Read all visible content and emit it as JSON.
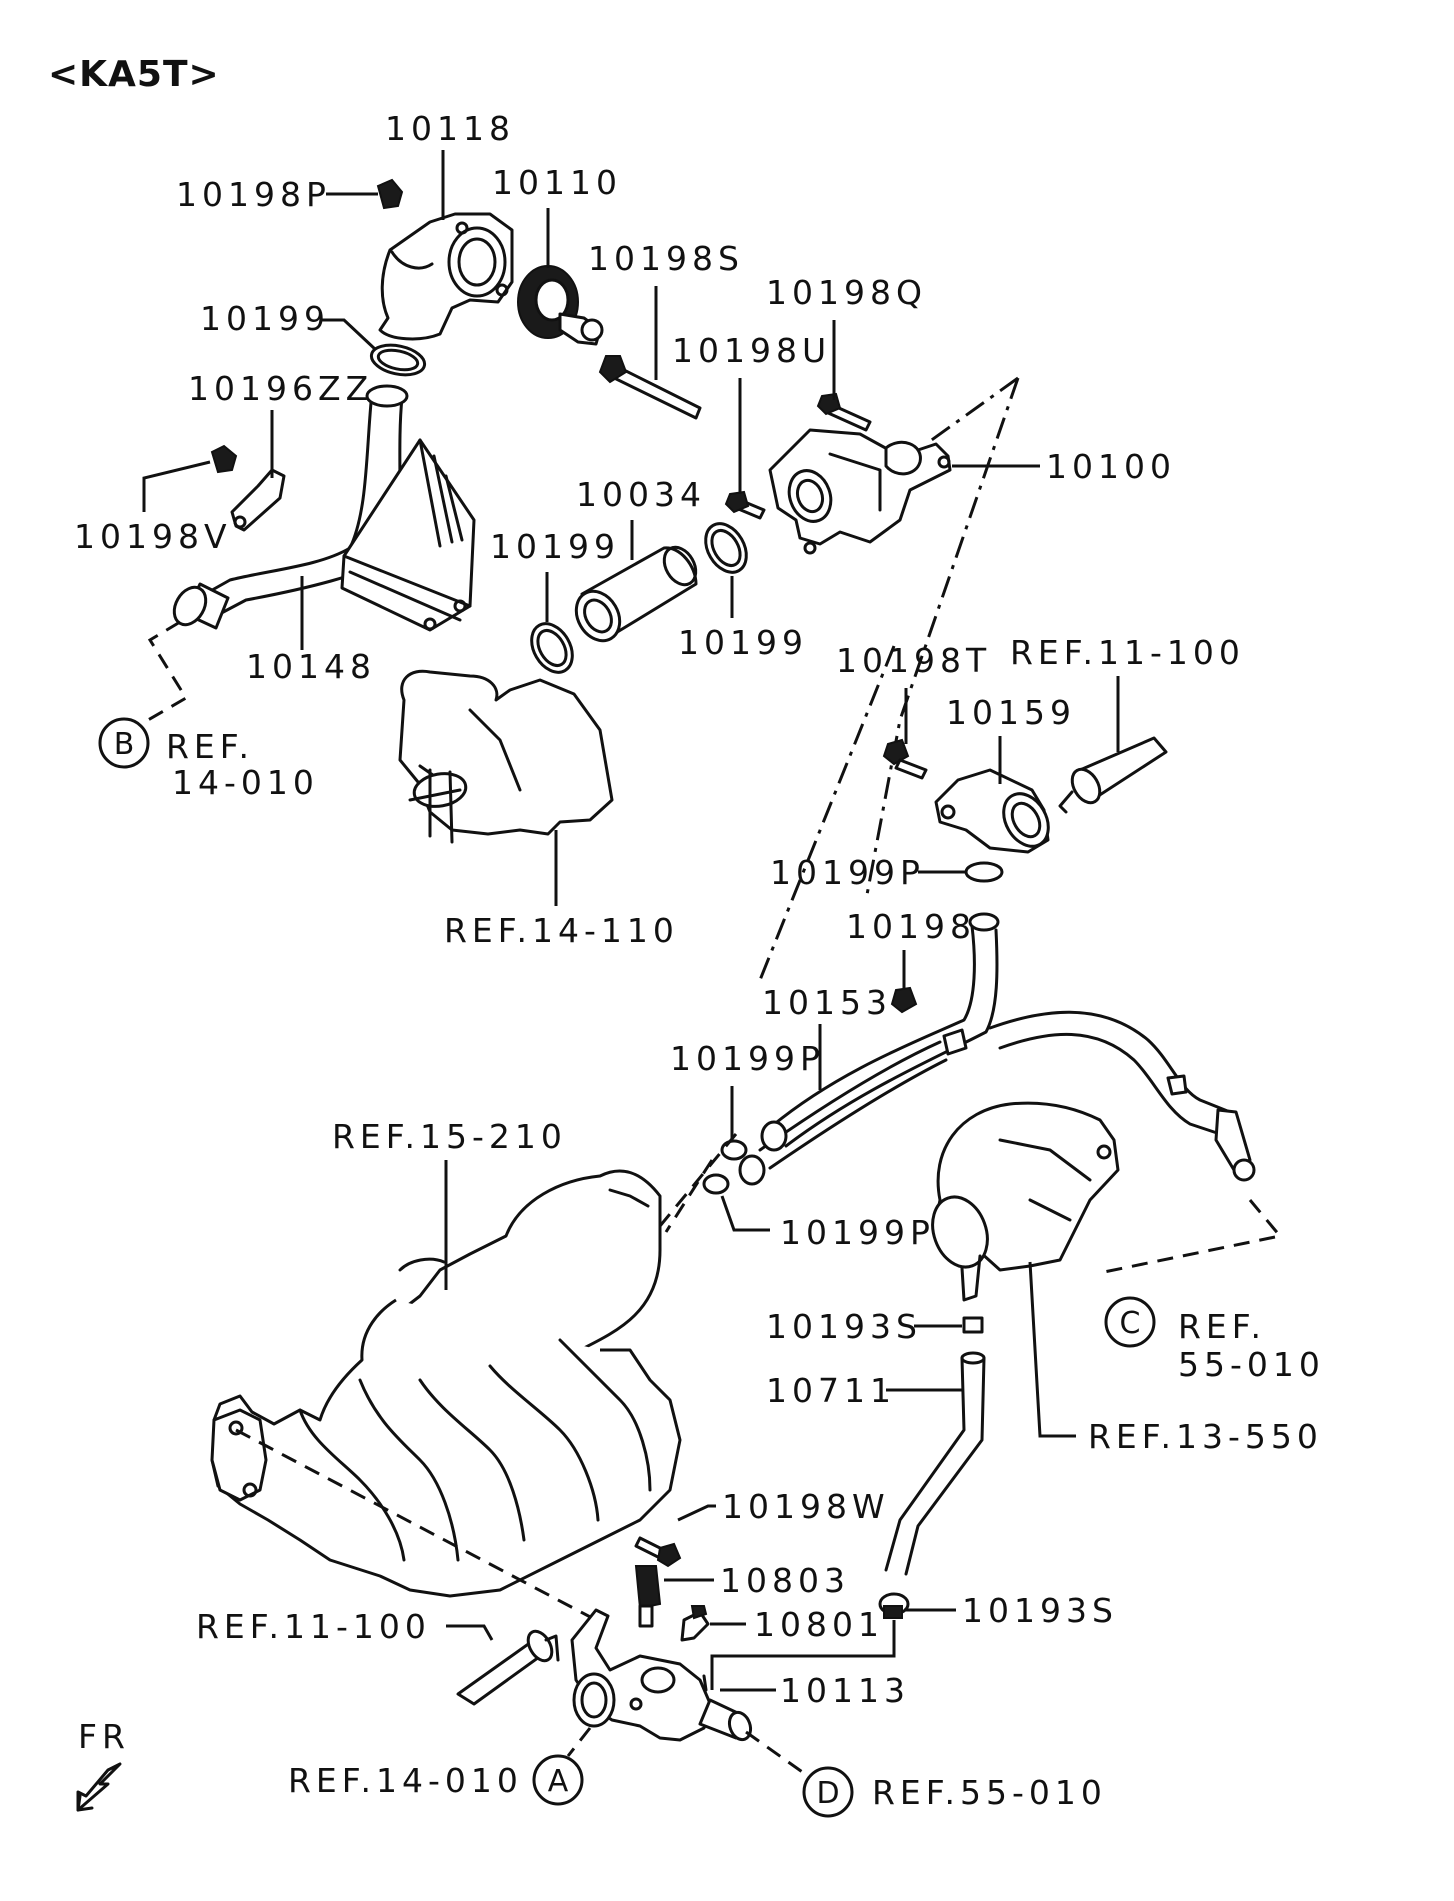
{
  "diagram": {
    "code": "<KA5T>",
    "fr_label": "FR",
    "labels": {
      "p10118": "10118",
      "p10198P": "10198P",
      "p10110": "10110",
      "p10198S": "10198S",
      "p10198Q": "10198Q",
      "p10199_a": "10199",
      "p10198U": "10198U",
      "p10196ZZ": "10196ZZ",
      "p10100": "10100",
      "p10198V": "10198V",
      "p10034": "10034",
      "p10199_b": "10199",
      "p10199_c": "10199",
      "p10148": "10148",
      "ref14_010_b_1": "REF.",
      "ref14_010_b_2": "14-010",
      "p10198T": "10198T",
      "ref11_100_top": "REF.11-100",
      "p10159": "10159",
      "ref14_110": "REF.14-110",
      "p10199P_a": "10199P",
      "p10198": "10198",
      "p10153": "10153",
      "p10199P_b": "10199P",
      "ref15_210": "REF.15-210",
      "p10199P_c": "10199P",
      "p10193S_a": "10193S",
      "ref55_010_c_1": "REF.",
      "ref55_010_c_2": "55-010",
      "p10711": "10711",
      "ref13_550": "REF.13-550",
      "p10198W": "10198W",
      "p10803": "10803",
      "p10801": "10801",
      "p10193S_b": "10193S",
      "ref11_100_bottom": "REF.11-100",
      "p10113": "10113",
      "ref14_010_a": "REF.14-010",
      "ref55_010_d": "REF.55-010"
    },
    "circle_markers": {
      "A": "A",
      "B": "B",
      "C": "C",
      "D": "D"
    }
  }
}
